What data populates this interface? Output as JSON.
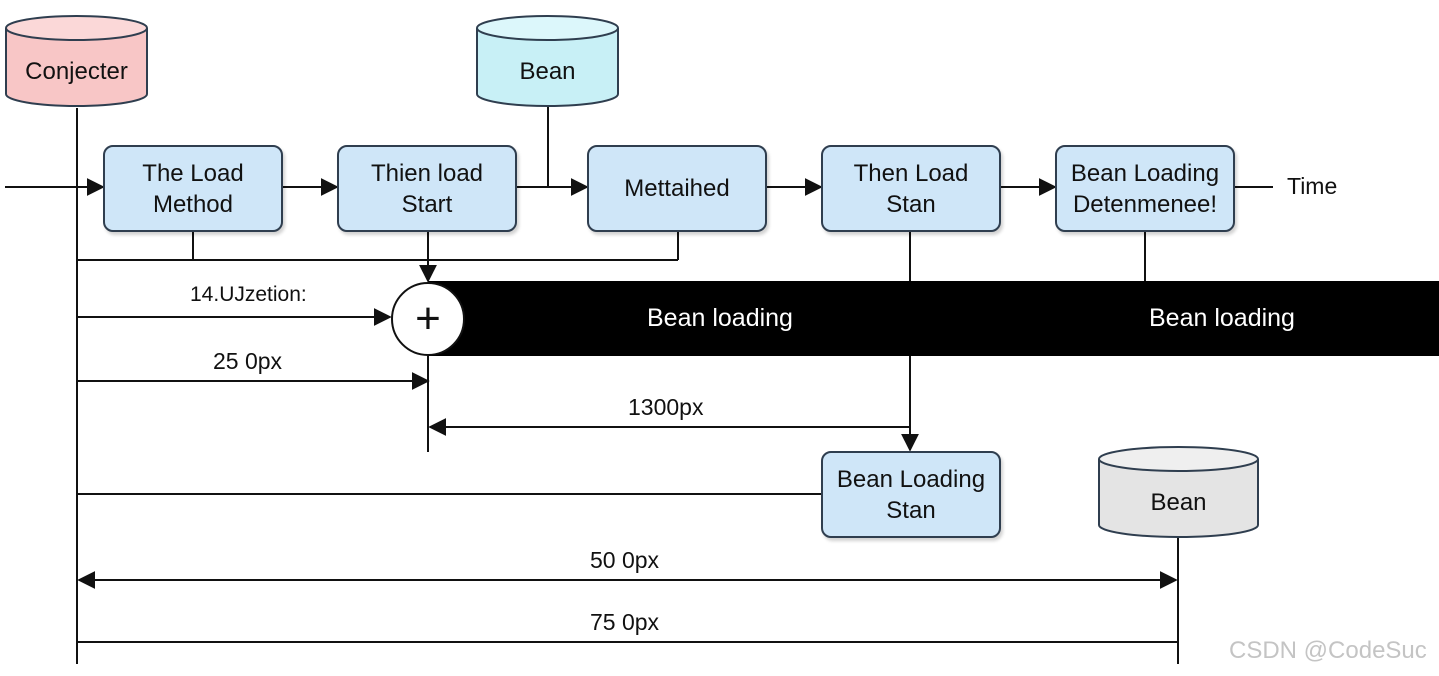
{
  "colors": {
    "box_fill": "#cfe6f8",
    "stroke": "#2f3e4f",
    "conjecter_fill": "#f8c6c6",
    "bean_top_fill": "#c8f0f6",
    "bean_bottom_fill": "#e4e4e4",
    "band": "#000000"
  },
  "cylinders": {
    "conjecter": "Conjecter",
    "bean_top": "Bean",
    "bean_bottom": "Bean"
  },
  "boxes": {
    "load_method": "The Load\nMethod",
    "thien_load_start": "Thien load\nStart",
    "mettaihed": "Mettaihed",
    "then_load_stan": "Then Load\nStan",
    "bean_loading_determenee": "Bean Loading\nDetenmenee!",
    "bean_loading_stan": "Bean Loading\nStan"
  },
  "labels": {
    "time": "Time",
    "utilization": "14.UJzetion:",
    "dim_250": "25 0px",
    "dim_1300": "1300px",
    "dim_500": "50 0px",
    "dim_750": "75 0px",
    "plus_symbol": "+"
  },
  "band": {
    "left_text": "Bean loading",
    "right_text": "Bean loading"
  },
  "watermark": "CSDN @CodeSuc"
}
